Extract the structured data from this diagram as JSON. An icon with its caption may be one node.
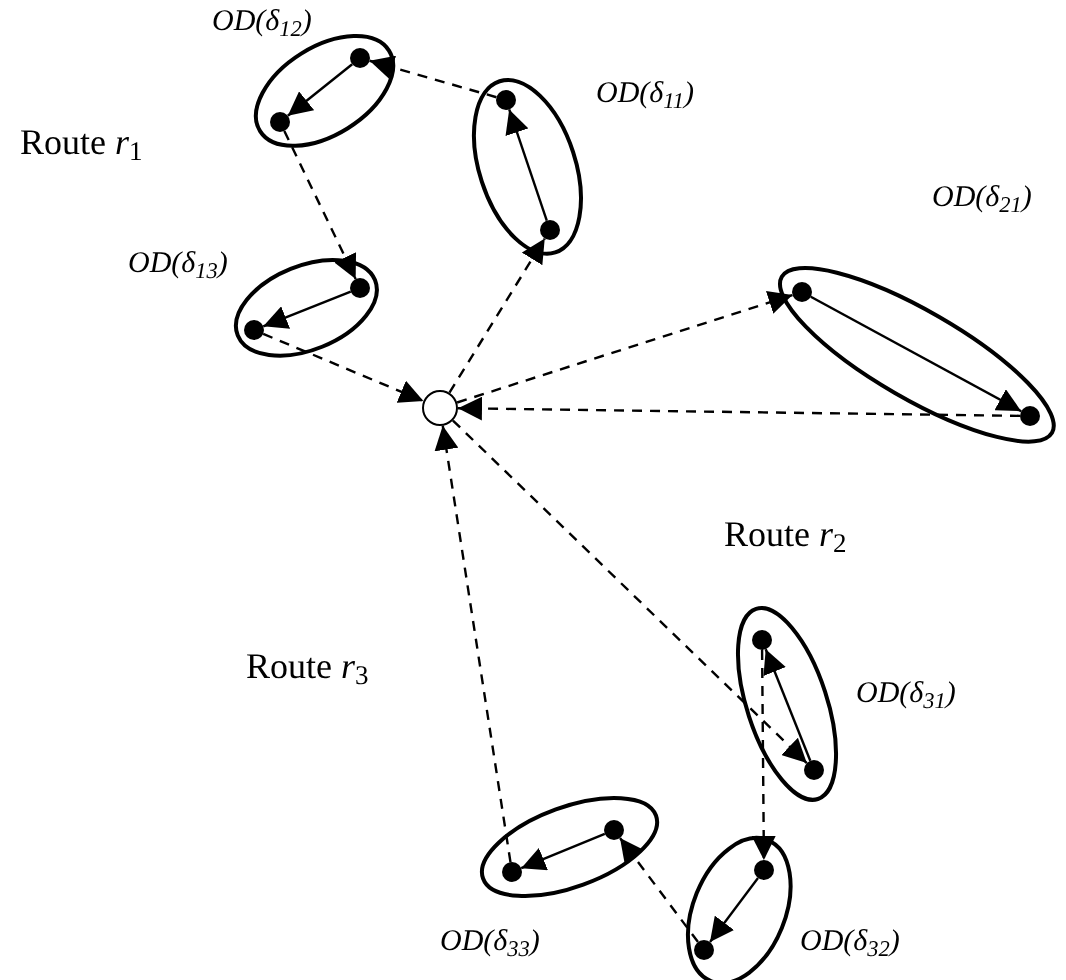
{
  "diagram": {
    "nodes": [
      {
        "text": [
          "OD(δ$_{12}$)"
        ]
      },
      {
        "text": [],
        "shape": "circle",
        "in": 0
      },
      {
        "text": [],
        "shape": "circle",
        "in": 0
      },
      {
        "text": [
          "OD(δ$_{11}$)"
        ]
      },
      {
        "text": [],
        "shape": "circle",
        "in": 3
      },
      {
        "text": [],
        "shape": "circle",
        "in": 3
      },
      {
        "text": [
          "OD(δ$_{13}$)"
        ]
      },
      {
        "text": [],
        "shape": "circle",
        "in": 6
      },
      {
        "text": [],
        "shape": "circle",
        "in": 6
      },
      {
        "text": [],
        "shape": "circle"
      },
      {
        "text": [
          "OD(δ$_{21}$)"
        ]
      },
      {
        "text": [],
        "shape": "circle",
        "in": 10
      },
      {
        "text": [],
        "shape": "circle",
        "in": 10
      },
      {
        "text": [
          "OD(δ$_{31}$)"
        ]
      },
      {
        "text": [],
        "shape": "circle",
        "in": 13
      },
      {
        "text": [],
        "shape": "circle",
        "in": 13
      },
      {
        "text": [
          "OD(δ$_{33}$)"
        ]
      },
      {
        "text": [],
        "shape": "circle",
        "in": 16
      },
      {
        "text": [],
        "shape": "circle",
        "in": 16
      },
      {
        "text": [
          "OD(δ$_{32}$)"
        ]
      },
      {
        "text": [],
        "shape": "circle",
        "in": 19
      },
      {
        "text": [],
        "shape": "circle",
        "in": 19
      }
    ],
    "edges": [
      {
        "from": 9,
        "to": 5,
        "arrow": "to",
        "style": "dashed"
      },
      {
        "from": 5,
        "to": 4,
        "arrow": "to"
      },
      {
        "from": 4,
        "to": 1,
        "arrow": "to",
        "style": "dashed"
      },
      {
        "from": 1,
        "to": 2,
        "arrow": "to"
      },
      {
        "from": 2,
        "to": 7,
        "arrow": "to",
        "style": "dashed"
      },
      {
        "from": 7,
        "to": 8,
        "arrow": "to"
      },
      {
        "from": 8,
        "to": 9,
        "arrow": "to",
        "style": "dashed"
      },
      {
        "from": 9,
        "to": 11,
        "arrow": "to",
        "style": "dashed"
      },
      {
        "from": 11,
        "to": 12,
        "arrow": "to"
      },
      {
        "from": 12,
        "to": 9,
        "arrow": "to",
        "style": "dashed"
      },
      {
        "from": 9,
        "to": 15,
        "arrow": "to",
        "style": "dashed"
      },
      {
        "from": 15,
        "to": 14,
        "arrow": "to"
      },
      {
        "from": 14,
        "to": 20,
        "arrow": "to",
        "style": "dashed"
      },
      {
        "from": 20,
        "to": 21,
        "arrow": "to"
      },
      {
        "from": 21,
        "to": 17,
        "arrow": "to",
        "style": "dashed"
      },
      {
        "from": 17,
        "to": 18,
        "arrow": "to"
      },
      {
        "from": 18,
        "to": 9,
        "arrow": "to",
        "style": "dashed"
      }
    ],
    "labels": [
      "Route *r*$_{1}$",
      "Route *r*$_{2}$",
      "Route *r*$_{3}$"
    ]
  }
}
